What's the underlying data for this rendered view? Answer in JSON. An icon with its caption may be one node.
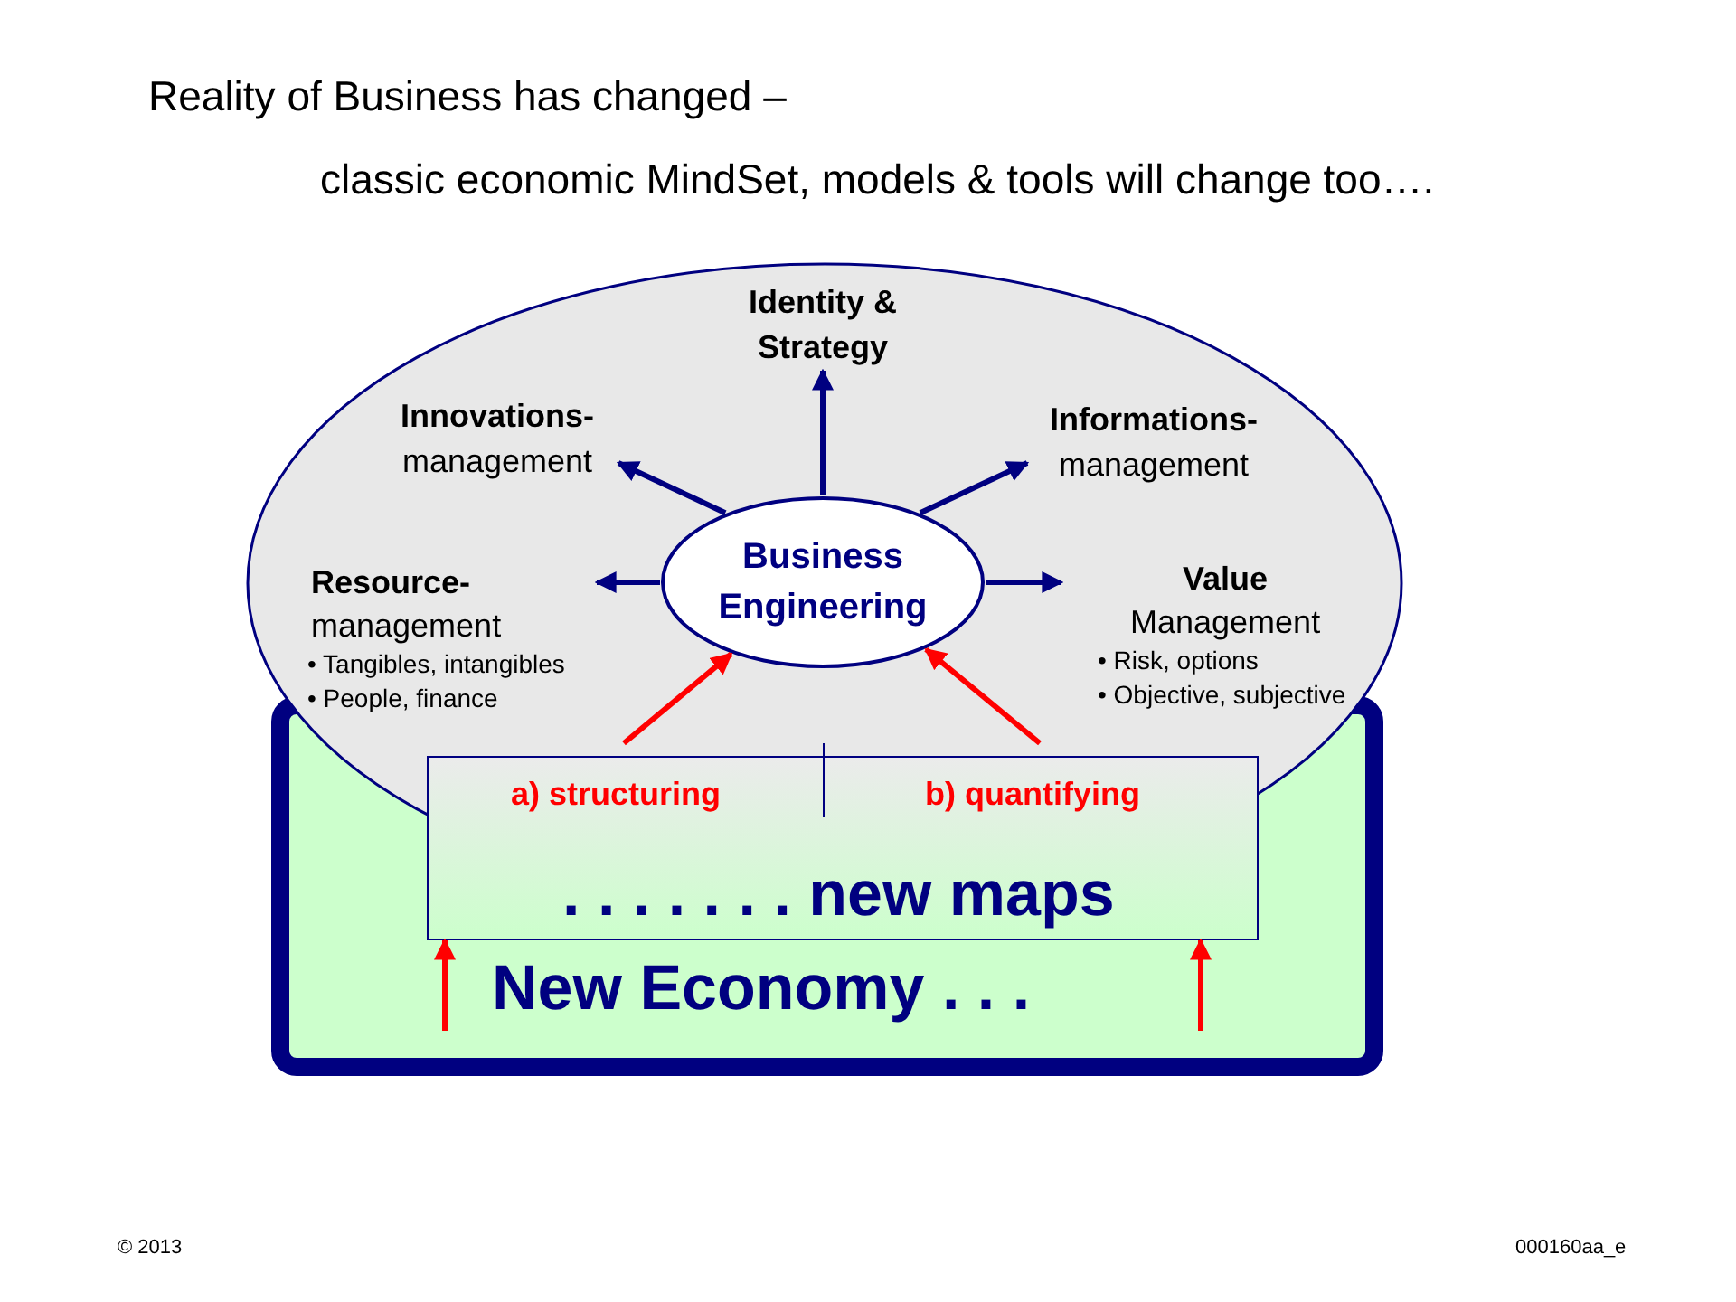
{
  "diagram": {
    "title": "Reality of Business has changed –",
    "nodes": [
      {
        "text": [
          "New Economy . . ."
        ]
      },
      {
        "text": [],
        "shape": "ellipse"
      },
      {
        "text": [
          "Business Engineering"
        ],
        "in": 1
      },
      {
        "text": [
          "Identity & Strategy"
        ],
        "in": 1
      },
      {
        "text": [
          "**Innovations-** management"
        ],
        "in": 1
      },
      {
        "text": [
          "**Informations-** management"
        ],
        "in": 1
      },
      {
        "text": [
          "**Resource-** management",
          "• Tangibles, intangibles",
          "• People, finance"
        ],
        "in": 1
      },
      {
        "text": [
          "**Value** Management",
          "• Risk, options",
          "• Objective, subjective"
        ],
        "in": 1
      },
      {
        "text": [
          ". . . . . . . new maps"
        ],
        "in": 0
      },
      {
        "text": [
          "a) structuring"
        ]
      },
      {
        "text": [
          "b) quantifying"
        ]
      }
    ],
    "edges": [
      {
        "from": 2,
        "to": 3,
        "arrow": "to"
      },
      {
        "from": 2,
        "to": 4,
        "arrow": "to"
      },
      {
        "from": 2,
        "to": 5,
        "arrow": "to"
      },
      {
        "from": 2,
        "to": 6,
        "arrow": "to"
      },
      {
        "from": 2,
        "to": 7,
        "arrow": "to"
      },
      {
        "from": 9,
        "to": 2,
        "arrow": "to",
        "color": "#ff0000"
      },
      {
        "from": 10,
        "to": 2,
        "arrow": "to",
        "color": "#ff0000"
      },
      {
        "from": null,
        "to": 8,
        "arrow": "to",
        "color": "#ff0000"
      },
      {
        "from": null,
        "to": 8,
        "arrow": "to",
        "color": "#ff0000"
      }
    ],
    "labels": [
      "classic economic MindSet, models & tools will change too….",
      "© 2013",
      "000160aa_e"
    ]
  }
}
